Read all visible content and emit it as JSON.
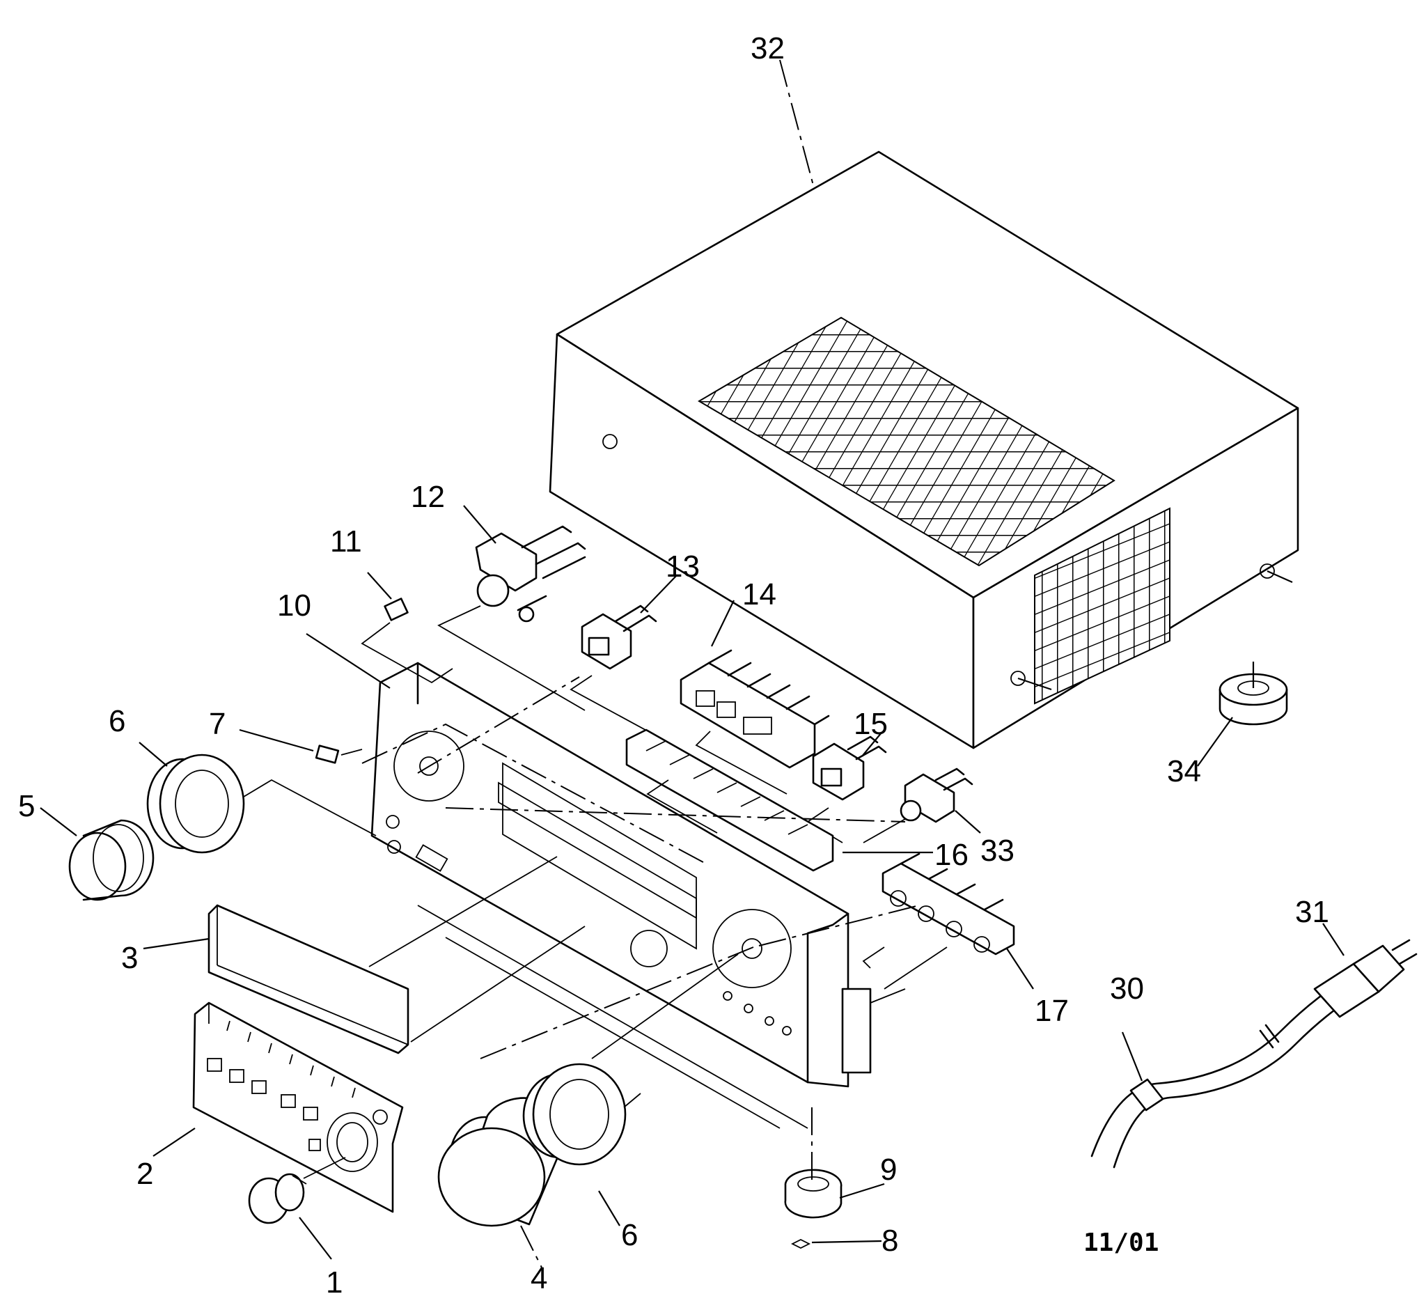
{
  "labels": {
    "p1": "1",
    "p2": "2",
    "p3": "3",
    "p4": "4",
    "p5": "5",
    "p6a": "6",
    "p6b": "6",
    "p7": "7",
    "p8": "8",
    "p9": "9",
    "p10": "10",
    "p11": "11",
    "p12": "12",
    "p13": "13",
    "p14": "14",
    "p15": "15",
    "p16": "16",
    "p17": "17",
    "p30": "30",
    "p31": "31",
    "p32": "32",
    "p33": "33",
    "p34": "34"
  },
  "date_code": "11/01"
}
